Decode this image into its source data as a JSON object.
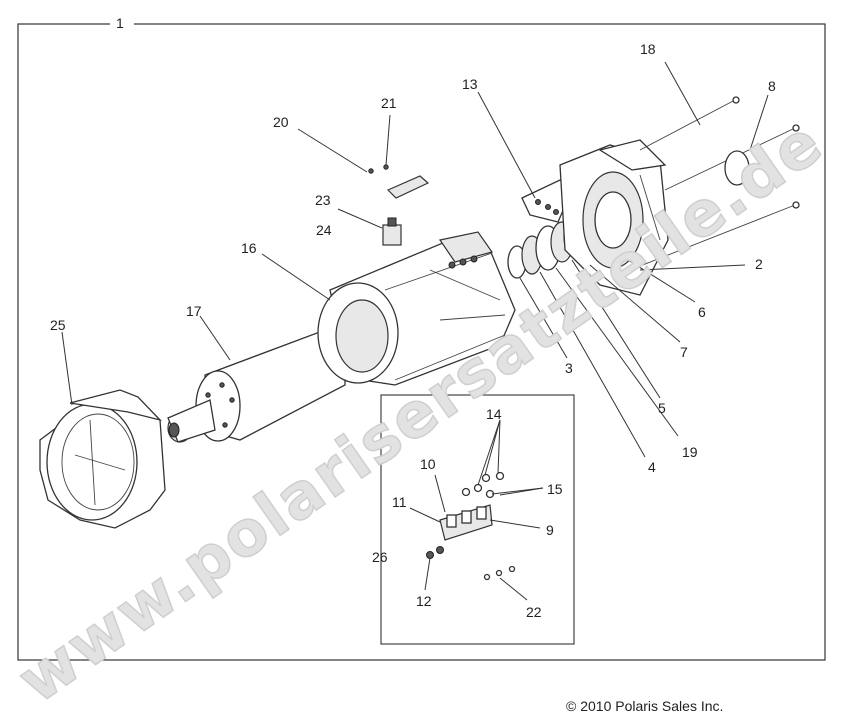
{
  "diagram": {
    "callouts": [
      "1",
      "2",
      "3",
      "4",
      "5",
      "6",
      "7",
      "8",
      "9",
      "10",
      "11",
      "12",
      "13",
      "14",
      "15",
      "16",
      "17",
      "18",
      "19",
      "20",
      "21",
      "22",
      "23",
      "24",
      "25",
      "26"
    ],
    "watermark": "www.polarisersatzteile.de",
    "copyright": "© 2010 Polaris Sales Inc."
  }
}
